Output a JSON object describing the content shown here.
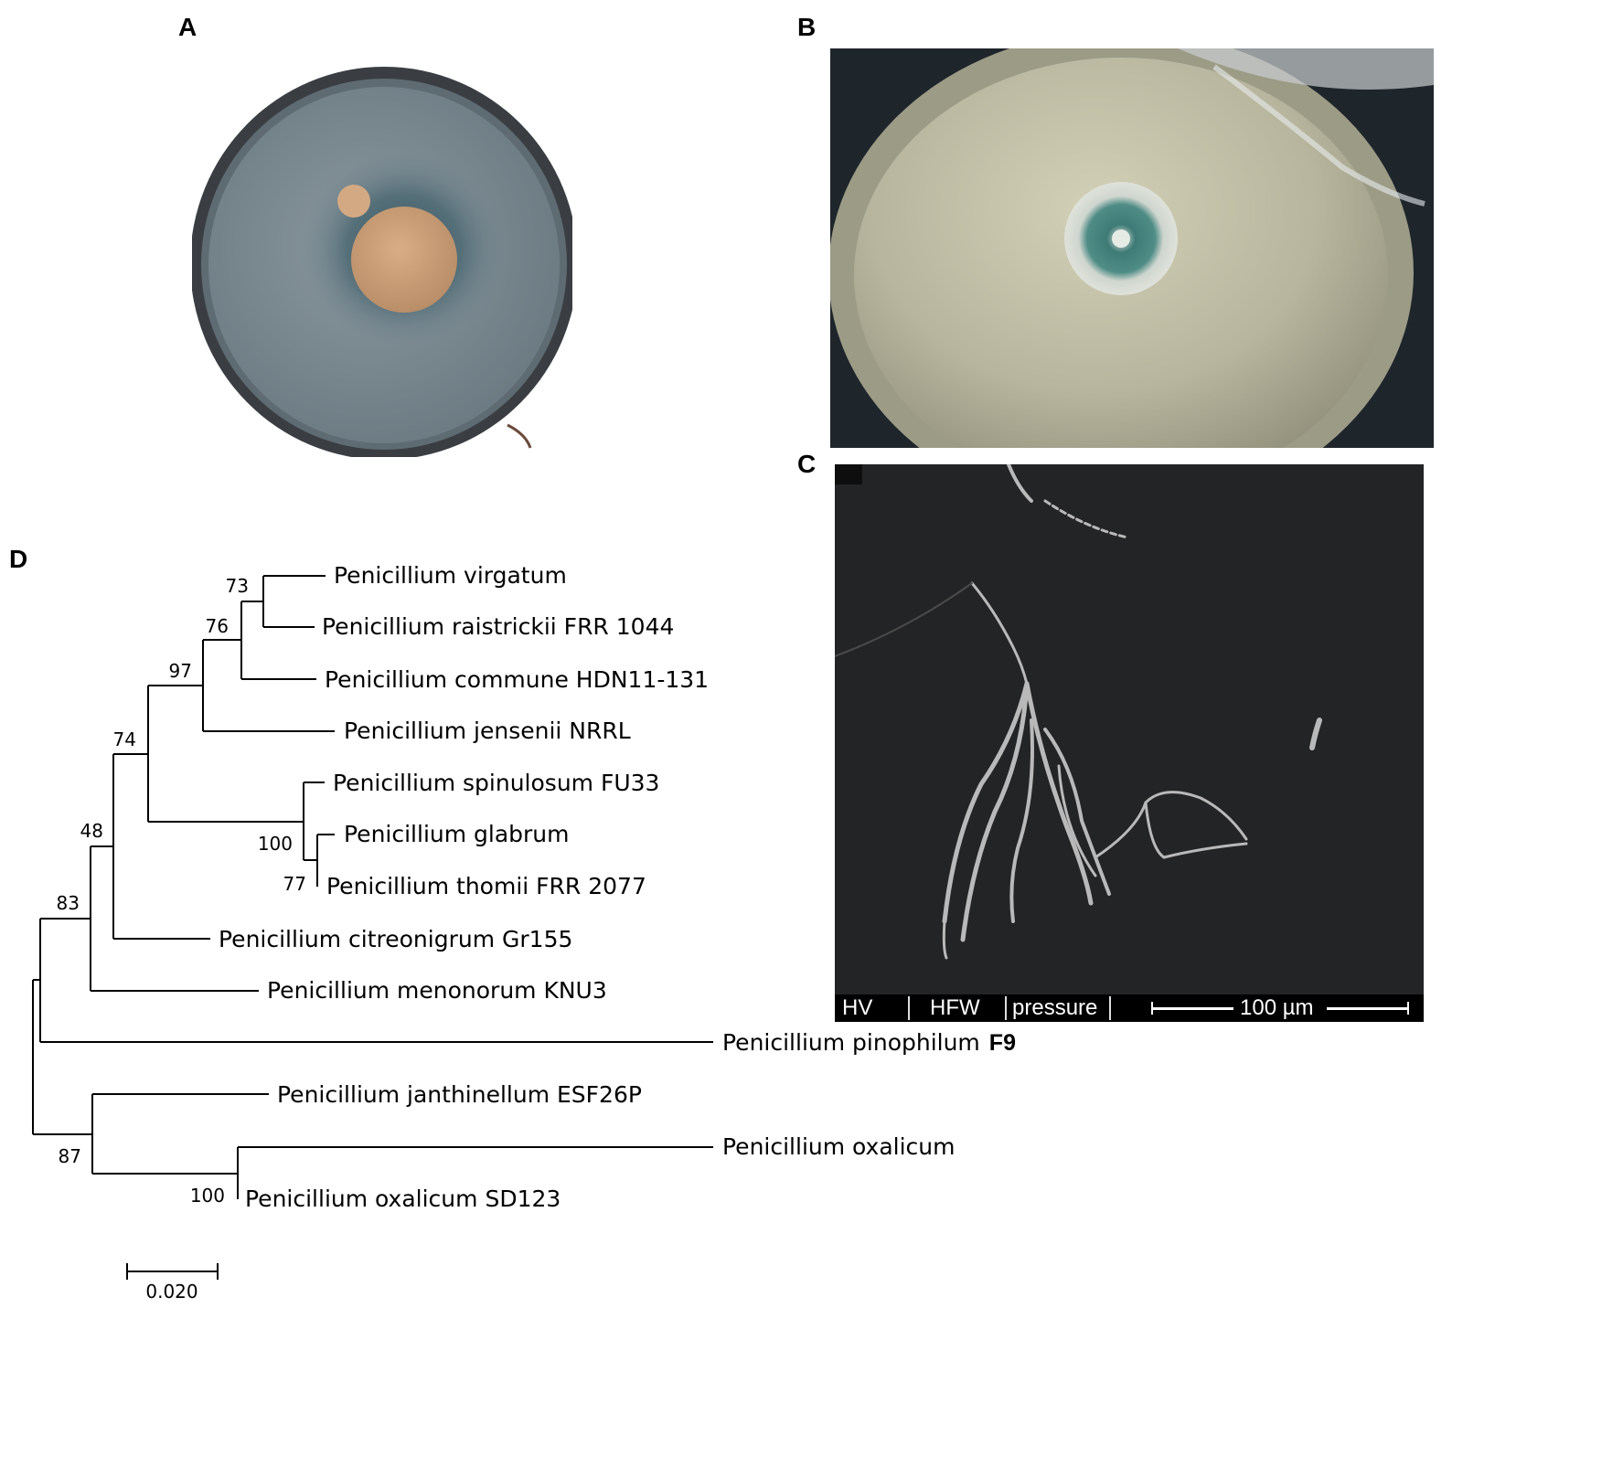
{
  "panels": {
    "a": {
      "label": "A"
    },
    "b": {
      "label": "B"
    },
    "c": {
      "label": "C"
    },
    "d": {
      "label": "D"
    }
  },
  "sem": {
    "hv": "HV",
    "hfw": "HFW",
    "pressure": "pressure",
    "scale": "100 µm"
  },
  "tree": {
    "taxa": [
      {
        "id": "virgatum",
        "prefix": "Penicillium virgatum",
        "suffix": ""
      },
      {
        "id": "raistrickii",
        "prefix": "Penicillium raistrickii FRR 1044",
        "suffix": ""
      },
      {
        "id": "commune",
        "prefix": "Penicillium commune HDN11-131",
        "suffix": ""
      },
      {
        "id": "jensenii",
        "prefix": "Penicillium jensenii NRRL",
        "suffix": ""
      },
      {
        "id": "spinulosum",
        "prefix": "Penicillium spinulosum FU33",
        "suffix": ""
      },
      {
        "id": "glabrum",
        "prefix": "Penicillium glabrum",
        "suffix": ""
      },
      {
        "id": "thomii",
        "prefix": "Penicillium thomii FRR 2077",
        "suffix": ""
      },
      {
        "id": "citreonigrum",
        "prefix": "Penicillium citreonigrum Gr155",
        "suffix": ""
      },
      {
        "id": "menonorum",
        "prefix": "Penicillium menonorum KNU3",
        "suffix": ""
      },
      {
        "id": "pinophilum",
        "prefix": "Penicillium pinophilum",
        "suffix": "F9"
      },
      {
        "id": "janthinellum",
        "prefix": "Penicillium janthinellum ESF26P",
        "suffix": ""
      },
      {
        "id": "oxalicum",
        "prefix": "Penicillium oxalicum",
        "suffix": ""
      },
      {
        "id": "oxalicumSD",
        "prefix": "Penicillium oxalicum SD123",
        "suffix": ""
      }
    ],
    "bootstrap": [
      {
        "node": "n73",
        "value": "73"
      },
      {
        "node": "n76",
        "value": "76"
      },
      {
        "node": "n97",
        "value": "97"
      },
      {
        "node": "n74",
        "value": "74"
      },
      {
        "node": "n100a",
        "value": "100"
      },
      {
        "node": "n77",
        "value": "77"
      },
      {
        "node": "n48",
        "value": "48"
      },
      {
        "node": "n83",
        "value": "83"
      },
      {
        "node": "n87",
        "value": "87"
      },
      {
        "node": "n100b",
        "value": "100"
      }
    ],
    "scale_bar": "0.020"
  }
}
